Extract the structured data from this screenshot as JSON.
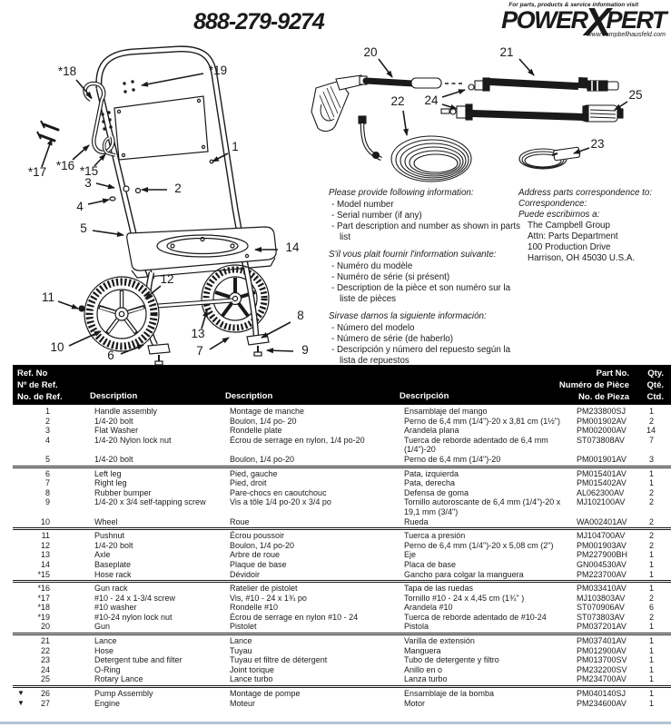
{
  "header": {
    "phone": "888-279-9274",
    "logo": {
      "tagline": "For parts, products & service information visit",
      "power": "POWER",
      "x": "X",
      "pert": "PERT",
      "website": "www.campbellhausfeld.com"
    }
  },
  "diagram": {
    "cart": [
      "*18",
      "*19",
      "*17",
      "*16",
      "*15",
      "3",
      "2",
      "4",
      "1",
      "5",
      "14",
      "11",
      "12",
      "13",
      "10",
      "6",
      "7",
      "8",
      "9"
    ],
    "accessories": [
      "20",
      "21",
      "22",
      "24",
      "25",
      "23"
    ]
  },
  "info": {
    "en": {
      "title": "Please provide following information:",
      "items": [
        "- Model number",
        "- Serial number (if any)",
        "- Part description and number as shown in parts list"
      ]
    },
    "fr": {
      "title": "S'il vous plait fournir l'information suivante:",
      "items": [
        "- Numéro du modèle",
        "- Numéro de série (si présent)",
        "- Description de la pièce et son numéro sur la liste de pièces"
      ]
    },
    "es": {
      "title": "Sirvase darnos la siguiente información:",
      "items": [
        "- Número del modelo",
        "- Número de série (de haberlo)",
        "- Descripción y número del repuesto según la lista de repuestos"
      ]
    },
    "address": {
      "line1": "Address parts correspondence to:",
      "line2": "Correspondence:",
      "line3": "Puede escribirnos a:",
      "lines": [
        "The Campbell Group",
        "Attn: Parts Department",
        "100 Production Drive",
        "Harrison, OH   45030  U.S.A."
      ]
    }
  },
  "table": {
    "header": {
      "ref1": "Ref. No",
      "ref2": "Nº de Ref.",
      "ref3": "No. de Ref.",
      "desc_en": "Description",
      "desc_fr": "Description",
      "desc_es": "Descripción",
      "part1": "Part No.",
      "part2": "Numéro de Pièce",
      "part3": "No. de Pieza",
      "qty1": "Qty.",
      "qty2": "Qté.",
      "qty3": "Ctd."
    },
    "rows": [
      {
        "marker": "",
        "ref": "1",
        "en": "Handle assembly",
        "fr": "Montage de manche",
        "es": "Ensamblaje del mango",
        "part": "PM233800SJ",
        "qty": "1"
      },
      {
        "marker": "",
        "ref": "2",
        "en": "1/4-20 bolt",
        "fr": "Boulon, 1/4 po- 20",
        "es": "Perno de 6,4 mm (1/4\")-20 x 3,81 cm (1½\")",
        "part": "PM001902AV",
        "qty": "2"
      },
      {
        "marker": "",
        "ref": "3",
        "en": "Flat Washer",
        "fr": "Rondelle plate",
        "es": "Arandela plana",
        "part": "PM002000AV",
        "qty": "14"
      },
      {
        "marker": "",
        "ref": "4",
        "en": "1/4-20 Nylon lock nut",
        "fr": "Écrou de serrage en nylon, 1/4 po-20",
        "es": "Tuerca de reborde adentado de 6,4 mm (1/4\")-20",
        "part": "ST073808AV",
        "qty": "7"
      },
      {
        "marker": "",
        "ref": "5",
        "en": "1/4-20 bolt",
        "fr": "Boulon, 1/4 po-20",
        "es": "Perno  de 6,4 mm (1/4\")-20",
        "part": "PM001901AV",
        "qty": "3",
        "divider_after": true
      },
      {
        "marker": "",
        "ref": "6",
        "en": "Left leg",
        "fr": "Pied, gauche",
        "es": "Pata, izquierda",
        "part": "PM015401AV",
        "qty": "1"
      },
      {
        "marker": "",
        "ref": "7",
        "en": "Right leg",
        "fr": "Pied, droit",
        "es": "Pata, derecha",
        "part": "PM015402AV",
        "qty": "1"
      },
      {
        "marker": "",
        "ref": "8",
        "en": "Rubber bumper",
        "fr": "Pare-chocs en caoutchouc",
        "es": "Defensa de goma",
        "part": "AL062300AV",
        "qty": "2"
      },
      {
        "marker": "",
        "ref": "9",
        "en": "1/4-20 x 3/4 self-tapping screw",
        "fr": "Vis a tôle 1/4 po-20 x 3/4 po",
        "es": "Tornillo autoroscante de 6,4 mm (1/4\")-20 x 19,1 mm (3/4\")",
        "part": "MJ102100AV",
        "qty": "2"
      },
      {
        "marker": "",
        "ref": "10",
        "en": "Wheel",
        "fr": "Roue",
        "es": "Rueda",
        "part": "WA002401AV",
        "qty": "2",
        "divider_after": true
      },
      {
        "marker": "",
        "ref": "11",
        "en": "Pushnut",
        "fr": "Écrou poussoir",
        "es": "Tuerca a presión",
        "part": "MJ104700AV",
        "qty": "2"
      },
      {
        "marker": "",
        "ref": "12",
        "en": "1/4-20 bolt",
        "fr": "Boulon, 1/4 po-20",
        "es": "Perno de 6,4 mm (1/4\")-20 x 5,08 cm (2\")",
        "part": "PM001903AV",
        "qty": "2"
      },
      {
        "marker": "",
        "ref": "13",
        "en": "Axle",
        "fr": "Arbre de roue",
        "es": "Eje",
        "part": "PM227900BH",
        "qty": "1"
      },
      {
        "marker": "",
        "ref": "14",
        "en": "Baseplate",
        "fr": "Plaque de base",
        "es": "Placa de base",
        "part": "GN004530AV",
        "qty": "1"
      },
      {
        "marker": "",
        "ref": "*15",
        "en": "Hose rack",
        "fr": "Dévidoir",
        "es": "Gancho para colgar la manguera",
        "part": "PM223700AV",
        "qty": "1",
        "divider_after": true
      },
      {
        "marker": "",
        "ref": "*16",
        "en": "Gun rack",
        "fr": "Ratelier de pistolet",
        "es": "Tapa de las ruedas",
        "part": "PM033410AV",
        "qty": "1"
      },
      {
        "marker": "",
        "ref": "*17",
        "en": "#10 - 24 x 1-3/4 screw",
        "fr": "Vis, #10 - 24 x 1¾ po",
        "es": "Tornillo #10 - 24 x 4,45 cm (1¾\" )",
        "part": "MJ103803AV",
        "qty": "2"
      },
      {
        "marker": "",
        "ref": "*18",
        "en": "#10 washer",
        "fr": "Rondelle #10",
        "es": "Arandela #10",
        "part": "ST070906AV",
        "qty": "6"
      },
      {
        "marker": "",
        "ref": "*19",
        "en": "#10-24 nylon lock nut",
        "fr": "Écrou de serrage en nylon #10 - 24",
        "es": "Tuerca de reborde adentado de #10-24",
        "part": "ST073803AV",
        "qty": "2"
      },
      {
        "marker": "",
        "ref": "20",
        "en": "Gun",
        "fr": "Pistolet",
        "es": "Pistola",
        "part": "PM037201AV",
        "qty": "1",
        "divider_after": true
      },
      {
        "marker": "",
        "ref": "21",
        "en": "Lance",
        "fr": "Lance",
        "es": "Varilla de extensión",
        "part": "PM037401AV",
        "qty": "1"
      },
      {
        "marker": "",
        "ref": "22",
        "en": "Hose",
        "fr": "Tuyau",
        "es": "Manguera",
        "part": "PM012900AV",
        "qty": "1"
      },
      {
        "marker": "",
        "ref": "23",
        "en": "Detergent tube and filter",
        "fr": "Tuyau et filtre de détergent",
        "es": "Tubo de detergente y filtro",
        "part": "PM013700SV",
        "qty": "1"
      },
      {
        "marker": "",
        "ref": "24",
        "en": "O-Ring",
        "fr": "Joint torique",
        "es": "Anillo en o",
        "part": "PM232200SV",
        "qty": "1"
      },
      {
        "marker": "",
        "ref": "25",
        "en": "Rotary Lance",
        "fr": "Lance turbo",
        "es": "Lanza turbo",
        "part": "PM234700AV",
        "qty": "1",
        "divider_after": true
      },
      {
        "marker": "▼",
        "ref": "26",
        "en": "Pump Assembly",
        "fr": "Montage de pompe",
        "es": "Ensamblaje de la bomba",
        "part": "PM040140SJ",
        "qty": "1"
      },
      {
        "marker": "▼",
        "ref": "27",
        "en": "Engine",
        "fr": "Moteur",
        "es": "Motor",
        "part": "PM234600AV",
        "qty": "1"
      }
    ]
  }
}
